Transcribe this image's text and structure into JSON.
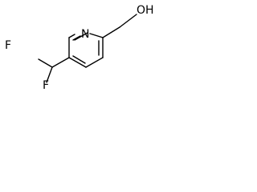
{
  "molecule": {
    "atoms": {
      "nitrogen": "N",
      "hydroxyl": "OH",
      "fluorine_top": "F",
      "fluorine_bottom": "F"
    }
  }
}
